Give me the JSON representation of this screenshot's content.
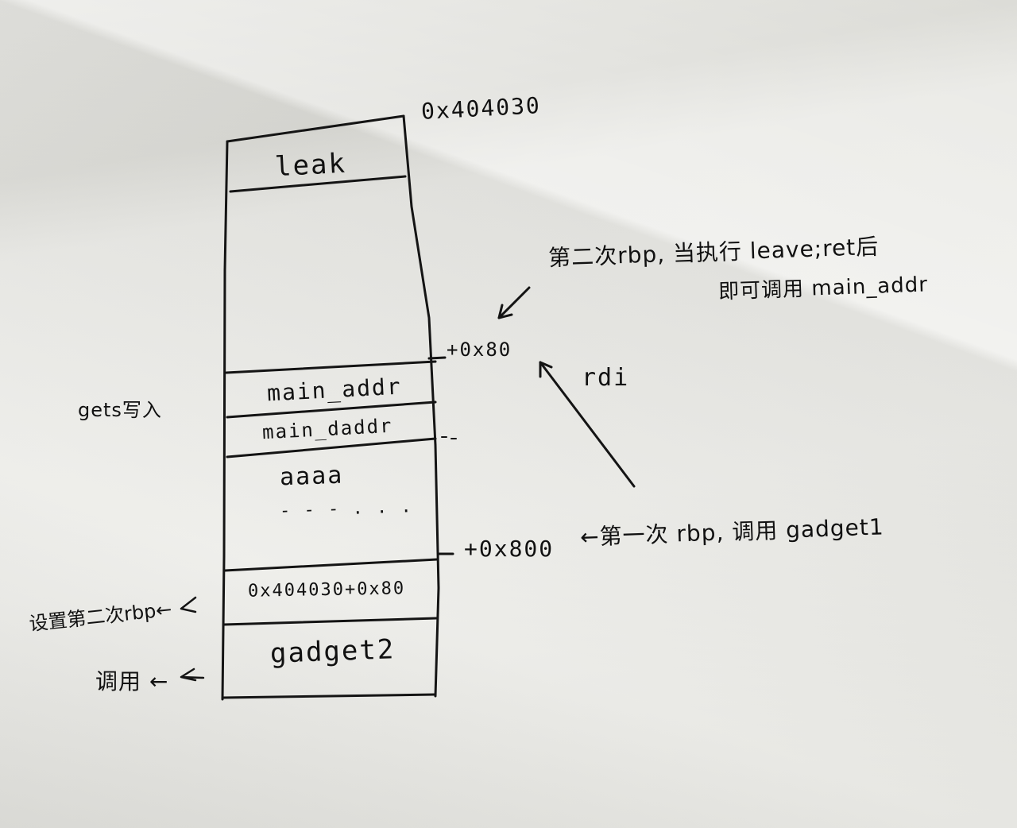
{
  "stack": {
    "top_address": "0x404030",
    "cells": {
      "leak": "leak",
      "main_addr": "main_addr",
      "main_daddr": "main_daddr",
      "aaaa": "aaaa",
      "dots": "- - - . . .",
      "addr_plus": "0x404030+0x80",
      "gadget2": "gadget2"
    }
  },
  "annotations": {
    "offset_80": "+0x80",
    "offset_800": "+0x800",
    "rdi": "rdi",
    "second_rbp_line1": "第二次rbp, 当执行 leave;ret后",
    "second_rbp_line2": "即可调用 main_addr",
    "first_rbp": "←第一次 rbp, 调用 gadget1",
    "gets_write": "gets写入",
    "set_second_rbp": "设置第二次rbp←",
    "call": "调用 ←"
  }
}
